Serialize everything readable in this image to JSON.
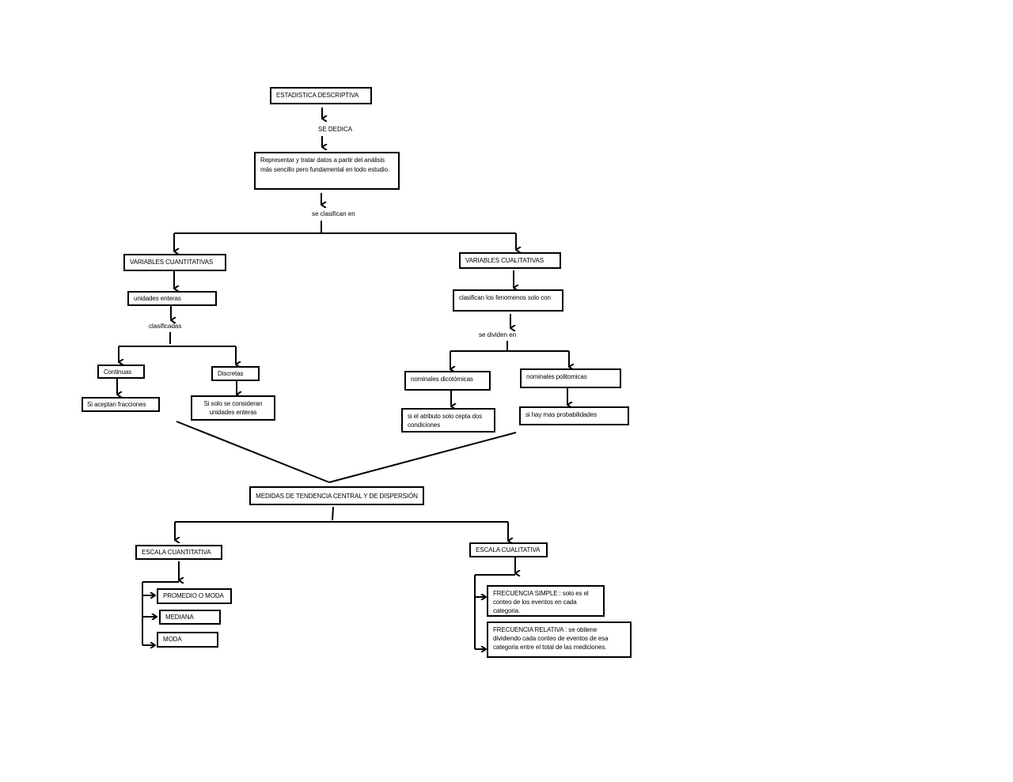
{
  "diagram": {
    "root": "ESTADISTICA DESCRIPTIVA",
    "link_se_dedica": "SE DEDICA",
    "definition": "Representar y tratar datos a partir del análisis más sencillo pero fundamental en todo estudio.",
    "link_se_clasifican": "se clasifican en",
    "quantitative": {
      "title": "VARIABLES CUANTITATIVAS",
      "subtitle": "unidades enteras",
      "link": "clasificadas",
      "continuous": {
        "title": "Continuas",
        "desc": "Si aceptan fracciones"
      },
      "discrete": {
        "title": "Discretas",
        "desc": "Si solo se consideran unidades enteras"
      }
    },
    "qualitative": {
      "title": "VARIABLES CUALITATIVAS",
      "subtitle": "clasifican los fenomenos solo con",
      "link": "se dividen en",
      "dichotomous": {
        "title": "nominales dicotómicas",
        "desc": "si el atributo solo cepta dos condiciones"
      },
      "polytomous": {
        "title": "nominales  politomicas",
        "desc": "si hay mas probabilidades"
      }
    },
    "measures": "MEDIDAS DE TENDENCIA CENTRAL Y DE DISPERSIÓN",
    "quantitative_scale": {
      "title": "ESCALA CUANTITATIVA",
      "items": [
        "PROMEDIO O MODA",
        "MEDIANA",
        "MODA"
      ]
    },
    "qualitative_scale": {
      "title": "ESCALA CUALITATIVA",
      "items": [
        "FRECUENCIA SIMPLE : solo es el conteo de los eventos en cada categoria.",
        "FRECUENCIA RELATIVA : se obtiene dividiendo cada conteo de eventos de esa categoria entre el total de las mediciones."
      ]
    }
  },
  "colors": {
    "line": "#000000",
    "background": "#ffffff"
  }
}
